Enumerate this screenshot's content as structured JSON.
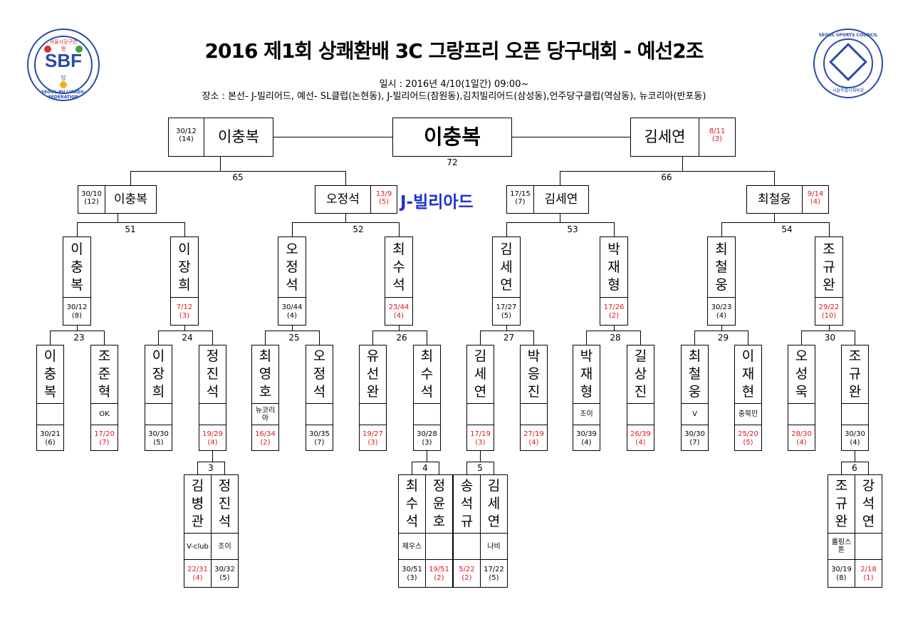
{
  "header": {
    "title": "2016 제1회 상쾌환배 3C 그랑프리 오픈 당구대회 - 예선2조",
    "date": "일시 : 2016년 4/10(1일간) 09:00~",
    "venue": "장소 : 본선- J-빌리어드, 예선- SL클럽(논현동), J-빌리어드(잠원동),김치빌리어드(삼성동),언주당구클럽(역삼동), 뉴코리아(반포동)",
    "center_venue": "J-빌리아드"
  },
  "logos": {
    "left": {
      "text": "SBF",
      "ring": "SEOUL-BILLIARDS-FEDERATION",
      "top_text": "서울시당구연맹",
      "bottom_text": "당"
    },
    "right": {
      "ring": "SEOUL SPORTS COUNCIL",
      "bottom_text": "서울특별시체육회"
    }
  },
  "colors": {
    "loss": "#e0191e",
    "venue": "#1f2fd1"
  },
  "final": {
    "winner": "이충복",
    "match_no": "72",
    "left": {
      "name": "이충복",
      "score": "30/12",
      "inn": "(14)"
    },
    "right": {
      "name": "김세연",
      "score": "8/11",
      "inn": "(3)"
    }
  },
  "semis": [
    {
      "match_no": "65",
      "left": {
        "name": "이충복",
        "score": "30/10",
        "inn": "(12)"
      },
      "right": {
        "name": "오정석",
        "score": "13/9",
        "inn": "(5)"
      }
    },
    {
      "match_no": "66",
      "left": {
        "name": "김세연",
        "score": "17/15",
        "inn": "(7)"
      },
      "right": {
        "name": "최철웅",
        "score": "9/14",
        "inn": "(4)"
      }
    }
  ],
  "quarter_numbers": [
    "51",
    "52",
    "53",
    "54"
  ],
  "r16": [
    {
      "name": "이충복",
      "score": "30/12",
      "inn": "(8)",
      "loss": false
    },
    {
      "name": "이장희",
      "score": "7/12",
      "inn": "(3)",
      "loss": true
    },
    {
      "name": "오정석",
      "score": "30/44",
      "inn": "(4)",
      "loss": false
    },
    {
      "name": "최수석",
      "score": "23/44",
      "inn": "(4)",
      "loss": true
    },
    {
      "name": "김세연",
      "score": "17/27",
      "inn": "(5)",
      "loss": false
    },
    {
      "name": "박재형",
      "score": "17/26",
      "inn": "(2)",
      "loss": true
    },
    {
      "name": "최철웅",
      "score": "30/23",
      "inn": "(4)",
      "loss": false
    },
    {
      "name": "조규완",
      "score": "29/22",
      "inn": "(10)",
      "loss": true
    }
  ],
  "r32_numbers": [
    "23",
    "24",
    "25",
    "26",
    "27",
    "28",
    "29",
    "30"
  ],
  "r32": [
    {
      "name": "이충복",
      "club": "",
      "score": "30/21",
      "inn": "(6)",
      "loss": false
    },
    {
      "name": "조준혁",
      "club": "OK",
      "score": "17/20",
      "inn": "(7)",
      "loss": true
    },
    {
      "name": "이장희",
      "club": "",
      "score": "30/30",
      "inn": "(5)",
      "loss": false
    },
    {
      "name": "정진석",
      "club": "",
      "score": "19/29",
      "inn": "(4)",
      "loss": true
    },
    {
      "name": "최영호",
      "club": "뉴코리아",
      "score": "16/34",
      "inn": "(2)",
      "loss": true
    },
    {
      "name": "오정석",
      "club": "",
      "score": "30/35",
      "inn": "(7)",
      "loss": false
    },
    {
      "name": "유선완",
      "club": "",
      "score": "19/27",
      "inn": "(3)",
      "loss": true
    },
    {
      "name": "최수석",
      "club": "",
      "score": "30/28",
      "inn": "(3)",
      "loss": false
    },
    {
      "name": "김세연",
      "club": "",
      "score": "17/19",
      "inn": "(3)",
      "loss": true
    },
    {
      "name": "박응진",
      "club": "",
      "score": "27/19",
      "inn": "(4)",
      "loss": true
    },
    {
      "name": "박재형",
      "club": "조이",
      "score": "30/39",
      "inn": "(4)",
      "loss": false
    },
    {
      "name": "길상진",
      "club": "",
      "score": "26/39",
      "inn": "(4)",
      "loss": true
    },
    {
      "name": "최철웅",
      "club": "V",
      "score": "30/30",
      "inn": "(7)",
      "loss": false
    },
    {
      "name": "이재현",
      "club": "충북민",
      "score": "25/20",
      "inn": "(5)",
      "loss": true
    },
    {
      "name": "오성욱",
      "club": "",
      "score": "28/30",
      "inn": "(4)",
      "loss": true
    },
    {
      "name": "조규완",
      "club": "",
      "score": "30/30",
      "inn": "(4)",
      "loss": false
    }
  ],
  "prelims": [
    {
      "match_no": "3",
      "players": [
        {
          "name": "김병관",
          "club": "V-club",
          "score": "22/31",
          "inn": "(4)",
          "loss": true
        },
        {
          "name": "정진석",
          "club": "조이",
          "score": "30/32",
          "inn": "(5)",
          "loss": false
        }
      ]
    },
    {
      "match_no": "4",
      "players": [
        {
          "name": "최수석",
          "club": "제우스",
          "score": "30/51",
          "inn": "(3)",
          "loss": false
        },
        {
          "name": "정윤호",
          "club": "",
          "score": "19/51",
          "inn": "(2)",
          "loss": true
        }
      ]
    },
    {
      "match_no": "5",
      "players": [
        {
          "name": "송석규",
          "club": "",
          "score": "5/22",
          "inn": "(2)",
          "loss": true
        },
        {
          "name": "김세연",
          "club": "나비",
          "score": "17/22",
          "inn": "(5)",
          "loss": false
        }
      ]
    },
    {
      "match_no": "6",
      "players": [
        {
          "name": "조규완",
          "club": "롤링스톤",
          "score": "30/19",
          "inn": "(8)",
          "loss": false
        },
        {
          "name": "강석연",
          "club": "",
          "score": "2/18",
          "inn": "(1)",
          "loss": true
        }
      ]
    }
  ]
}
